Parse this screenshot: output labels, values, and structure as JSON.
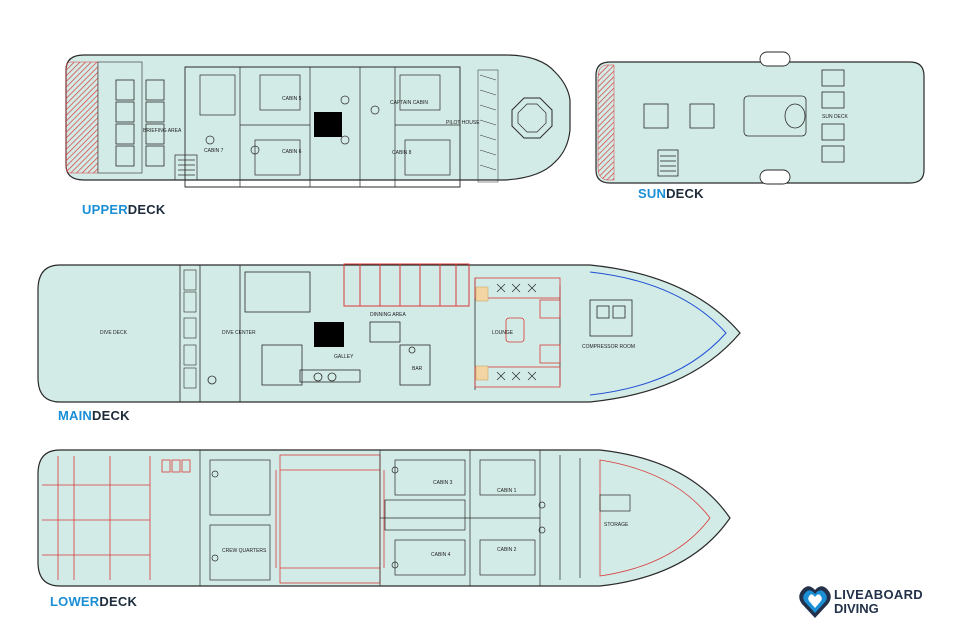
{
  "decks": {
    "upper": {
      "accent": "UPPER",
      "rest": "DECK",
      "rooms": {
        "briefing": "BRIEFING AREA",
        "cabin7": "CABIN 7",
        "cabin5": "CABIN 5",
        "cabin6": "CABIN 6",
        "captain": "CAPTAIN CABIN",
        "cabin8": "CABIN 8",
        "pilot": "PILOT HOUSE"
      }
    },
    "sun": {
      "accent": "SUN",
      "rest": "DECK",
      "rooms": {
        "sundeck": "SUN DECK"
      }
    },
    "main": {
      "accent": "MAIN",
      "rest": "DECK",
      "rooms": {
        "dive_deck": "DIVE DECK",
        "dive_center": "DIVE CENTER",
        "dinning": "DINNING AREA",
        "galley": "GALLEY",
        "bar": "BAR",
        "lounge": "LOUNGE",
        "compressor": "COMPRESSOR ROOM"
      }
    },
    "lower": {
      "accent": "LOWER",
      "rest": "DECK",
      "rooms": {
        "crew": "CREW QUARTERS",
        "cabin3": "CABIN 3",
        "cabin4": "CABIN 4",
        "cabin1": "CABIN 1",
        "cabin2": "CABIN 2",
        "storage": "STORAGE"
      }
    }
  },
  "logo": {
    "line1": "LIVEABOARD",
    "line2": "DIVING"
  },
  "colors": {
    "hull_fill": "#d3ebe6",
    "line": "#2a2a2a",
    "red": "#d83a3a",
    "blue": "#1f4fd6",
    "accent": "#1a8fd6",
    "brand": "#23324a"
  }
}
